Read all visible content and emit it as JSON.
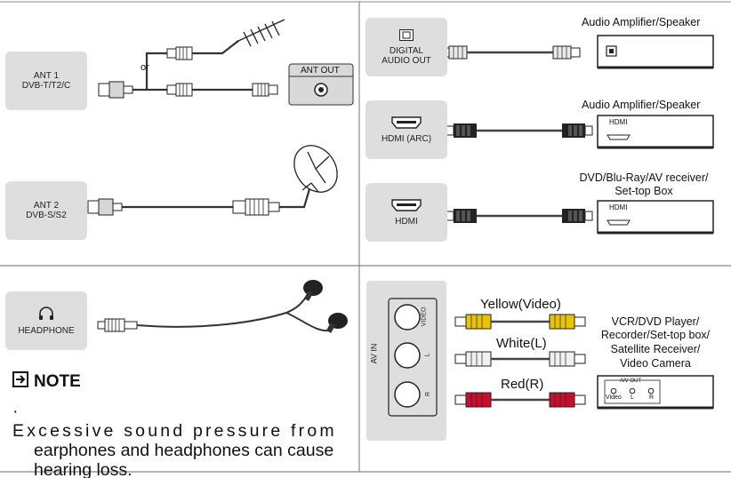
{
  "antenna": {
    "ant1_line1": "ANT 1",
    "ant1_line2": "DVB-T/T2/C",
    "or": "or",
    "ant_out": "ANT OUT",
    "ant2_line1": "ANT 2",
    "ant2_line2": "DVB-S/S2"
  },
  "digital_audio": {
    "port_line1": "DIGITAL",
    "port_line2": "AUDIO OUT",
    "device": "Audio Amplifier/Speaker"
  },
  "hdmi_arc": {
    "port": "HDMI (ARC)",
    "device": "Audio Amplifier/Speaker",
    "device_port": "HDMI"
  },
  "hdmi": {
    "port": "HDMI",
    "device_line1": "DVD/Blu-Ray/AV receiver/",
    "device_line2": "Set-top Box",
    "device_port": "HDMI"
  },
  "headphone": {
    "port": "HEADPHONE"
  },
  "note": {
    "title": "NOTE",
    "bullet": "·",
    "line1": "Excessive sound pressure from",
    "line2": "earphones and headphones can cause",
    "line3": "hearing loss."
  },
  "av_in": {
    "panel_label": "AV IN",
    "jack_video": "VIDEO",
    "jack_l": "L",
    "jack_r": "R",
    "cable_yellow": "Yellow(Video)",
    "cable_white": "White(L)",
    "cable_red": "Red(R)",
    "device_line1": "VCR/DVD Player/",
    "device_line2": "Recorder/Set-top box/",
    "device_line3": "Satellite Receiver/",
    "device_line4": "Video Camera",
    "device_av_out": "A/V OUT",
    "device_video": "Video",
    "device_l": "L",
    "device_r": "R"
  },
  "colors": {
    "box_grey": "#dedede",
    "divider": "#888888",
    "yellow_plug": "#e8c400",
    "red_plug": "#c8102e",
    "white_plug": "#f0f0f0"
  }
}
